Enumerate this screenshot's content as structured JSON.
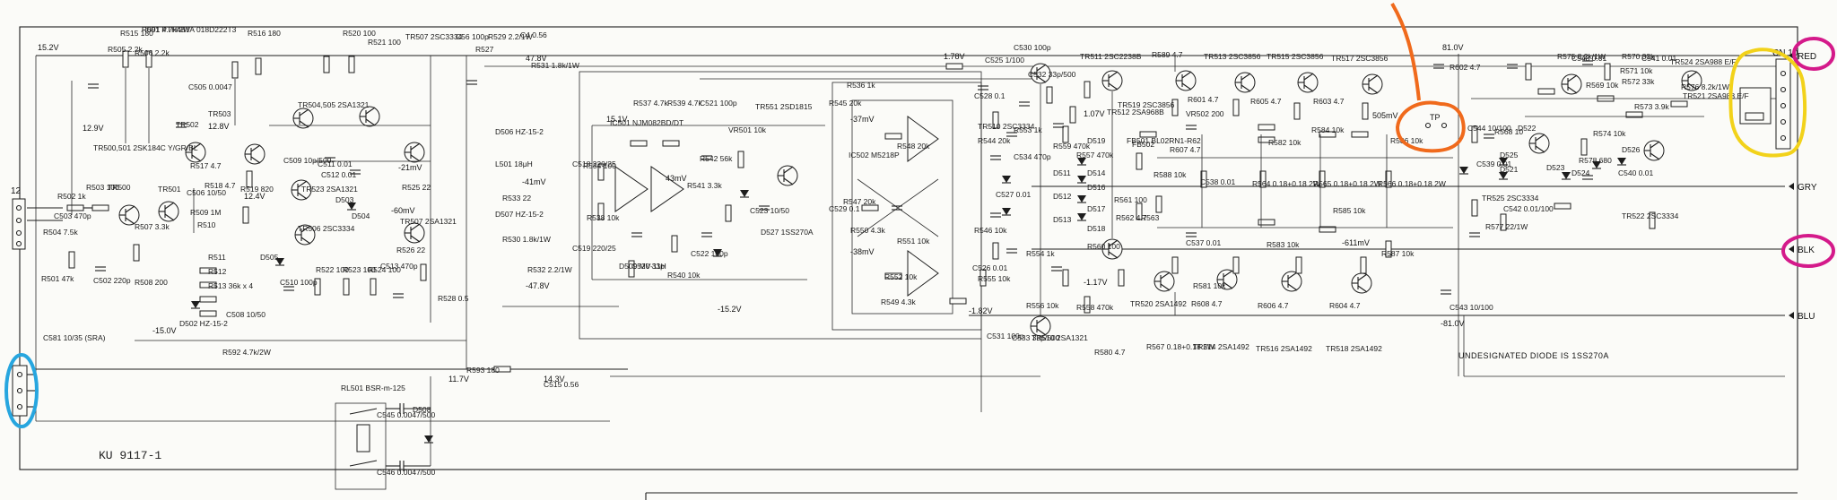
{
  "board": {
    "id": "KU 9117-1"
  },
  "note": "UNDESIGNATED DIODE IS 1SS270A",
  "rails": {
    "v15_2": "15.2V",
    "v12_8": "12.8V",
    "v12_9": "12.9V",
    "v12_4": "12.4V",
    "v47_8": "47.8V",
    "v15_1": "15.1V",
    "vm15_2": "-15.2V",
    "vm15_0": "-15.0V",
    "vm47_8": "-47.8V",
    "vm37": "-37mV",
    "vm38": "-38mV",
    "vm41": "-41mV",
    "v1_78": "1.78V",
    "v81": "81.0V",
    "vm81": "-81.0V",
    "vm1_82": "-1.82V",
    "v1_07": "1.07V",
    "vm1_17": "-1.17V",
    "v11_7": "11.7V",
    "v14_3": "14.3V",
    "v43": "43mV",
    "v505": "505mV",
    "vm611": "-611mV",
    "vm60": "-60mV",
    "vm21": "-21mV"
  },
  "connectors": {
    "red": "RED",
    "gry": "GRY",
    "blk": "BLK",
    "blu": "BLU",
    "j12": "12",
    "cn": "CN 10"
  },
  "test_point": "TP",
  "labels": [
    "R591 4.7k/2W",
    "R505 2.2k",
    "R506 2.2k",
    "R515 180",
    "R516 180",
    "R520 100",
    "R521 100",
    "TR507 2SC3334",
    "C56 100p",
    "R529 2.2/1W",
    "R527",
    "C4 0.56",
    "R531 1.8k/1W",
    "C505 0.0047",
    "TR502",
    "TR503",
    "C509 10p/500",
    "TR504,505 2SA1321",
    "C511 0.01",
    "TR500,501 2SK184C Y/GR/BL",
    "R517 4.7",
    "R518 4.7",
    "TR523 2SA1321",
    "C512 0.01",
    "R502 1k",
    "R503 100",
    "TR500",
    "TR501",
    "C506 10/50",
    "R519 820",
    "D503",
    "R509 1M",
    "C503 470p",
    "R507 3.3k",
    "R510",
    "R511",
    "R512",
    "R513 36k x 4",
    "TR506 2SC3334",
    "D504",
    "R525 22",
    "TR507 2SA1321",
    "R526 22",
    "D505",
    "R504 7.5k",
    "R501 47k",
    "C502 220p",
    "R508 200",
    "C508 10/50",
    "D502 HZ-15-2",
    "R522 100",
    "R523 100",
    "R524 100",
    "C510 100p",
    "C513 470p",
    "R528 0.5",
    "R592 4.7k/2W",
    "C581 10/35 (SRA)",
    "RL501 BSR-m-125",
    "C545 0.0047/500",
    "C546 0.0047/500",
    "D508",
    "R593 180",
    "D506 HZ-15-2",
    "L501 18μH",
    "D507 HZ-15-2",
    "R533 22",
    "R530 1.8k/1W",
    "R532 2.2/1W",
    "C515 0.56",
    "C518 220/25",
    "C519 220/25",
    "IC501 NJM082BD/DT",
    "R537 4.7k",
    "R539 4.7k",
    "C521 100p",
    "VR501 10k",
    "TR551 2SD1815",
    "R534 100",
    "R542 56k",
    "R541 3.3k",
    "C523 10/50",
    "R538 10k",
    "D527 1SS270A",
    "C520 33p",
    "R540 10k",
    "C522 100p",
    "D509 MV-11H",
    "R536 1k",
    "R545 20k",
    "IC502 M5218P",
    "R547 20k",
    "C529 0.1",
    "R550 4.3k",
    "R548 20k",
    "R551 10k",
    "R552 10k",
    "R549 4.3k",
    "R544 20k",
    "C528 0.1",
    "C526 0.01",
    "R546 10k",
    "C527 0.01",
    "C525 1/100",
    "C530 100p",
    "C532 33p/500",
    "TR510 2SC3334",
    "R553 1k",
    "C534 470p",
    "R555 10k",
    "R554 1k",
    "R556 10k",
    "C531 100p",
    "C533 33p/500",
    "TR510 2SA1321",
    "TR511 2SC2238B",
    "R557 470k",
    "R558 470k",
    "R559 470k",
    "D511",
    "D512",
    "D513",
    "D514",
    "D516",
    "D517",
    "D518",
    "D519",
    "R560 100",
    "R561 100",
    "R562 4.7",
    "R580 4.7",
    "TR512 2SA968B",
    "FB501 BL02RN1-R62",
    "FB502",
    "R589 4.7",
    "TR513 2SC3856",
    "TR515 2SC3856",
    "TR517 2SC3856",
    "TR519 2SC3856",
    "R601 4.7",
    "R605 4.7",
    "R603 4.7",
    "R607 4.7",
    "R581 10k",
    "R582 10k",
    "R583 10k",
    "R584 10k",
    "R585 10k",
    "R586 10k",
    "R587 10k",
    "R588 10k",
    "R563",
    "VR502 200",
    "C537 0.01",
    "C538 0.01",
    "R564 0.18+0.18 2W",
    "R565 0.18+0.18 2W",
    "R566 0.18+0.18 2W",
    "R567 0.18+0.18 2W",
    "TR514 2SA1492",
    "TR516 2SA1492",
    "TR518 2SA1492",
    "TR520 2SA1492",
    "R608 4.7",
    "R606 4.7",
    "R604 4.7",
    "R602 4.7",
    "C543 10/100",
    "C544 10/100",
    "R568 10",
    "C539 0.01",
    "D525",
    "D521",
    "D522",
    "TR525 2SC3334",
    "R577 22/1W",
    "C542 0.01/100",
    "R575 8.2k/1W",
    "C548 0.01",
    "R569 10k",
    "R570 33k",
    "C541 0.01",
    "R571 10k",
    "TR524 2SA988 E/F",
    "R572 33k",
    "TR521 2SA988 E/F",
    "R573 3.9k",
    "R574 10k",
    "R578 680",
    "D524",
    "D523",
    "C540 0.01",
    "D526",
    "TR522 2SC3334",
    "R576 8.2k/1W",
    "P001 PTH487A 018D222T3"
  ]
}
